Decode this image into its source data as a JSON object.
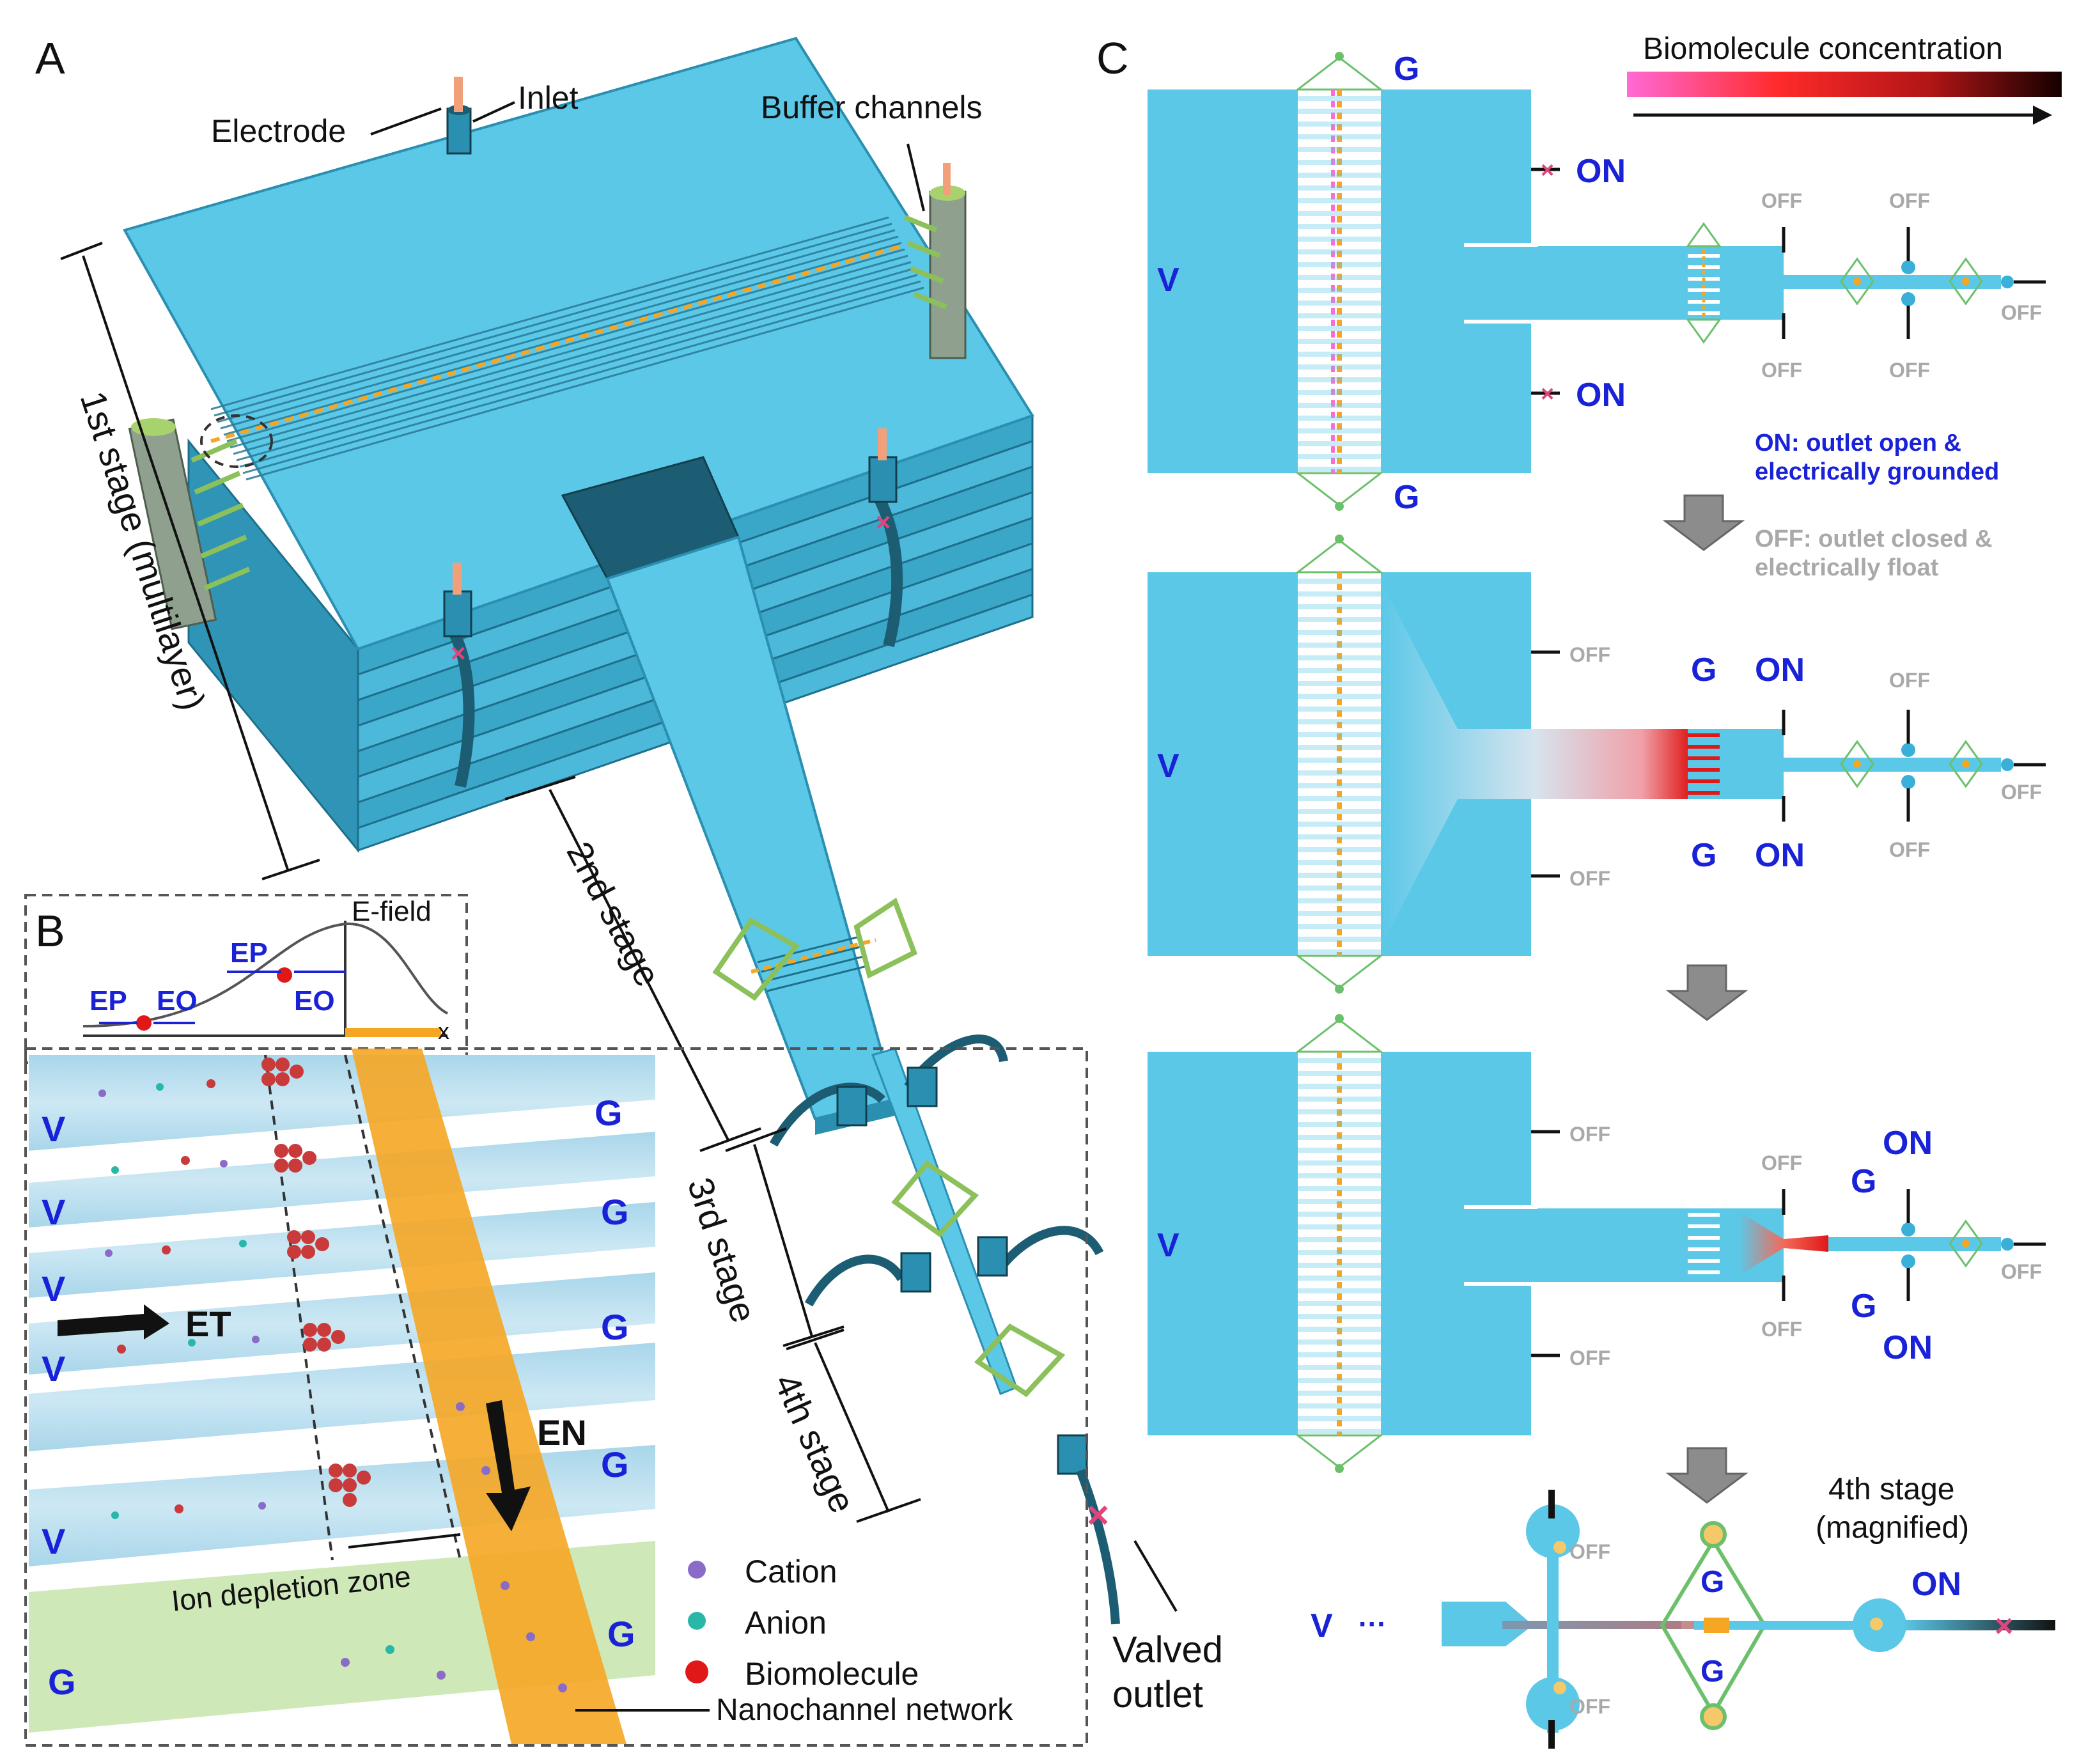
{
  "panel_letters": {
    "a": "A",
    "b": "B",
    "c": "C"
  },
  "panel_a": {
    "electrode": "Electrode",
    "inlet": "Inlet",
    "buffer_channels": "Buffer channels",
    "stage1": "1st stage (multilayer)",
    "stage2": "2nd stage",
    "stage3": "3rd stage",
    "stage4": "4th stage",
    "valved": "Valved",
    "outlet": "outlet"
  },
  "panel_b": {
    "efield": "E-field",
    "ep": "EP",
    "eo": "EO",
    "x_axis": "x",
    "v": "V",
    "g": "G",
    "et": "ET",
    "en": "EN",
    "depletion": "Ion depletion zone",
    "nano": "Nanochannel network",
    "legend": [
      "Cation",
      "Anion",
      "Biomolecule"
    ]
  },
  "panel_c": {
    "conc_title": "Biomolecule concentration",
    "on": "ON",
    "off": "OFF",
    "v": "V",
    "g": "G",
    "ellipsis": "···",
    "legend_on_1": "ON: outlet open &",
    "legend_on_2": "electrically grounded",
    "legend_off_1": "OFF: outlet closed &",
    "legend_off_2": "electrically float",
    "stage4_title": "4th stage",
    "stage4_sub": "(magnified)"
  },
  "colors": {
    "chip": "#5bc8e8",
    "chip_dark": "#2a8fb0",
    "nano_orange": "#f5a623",
    "label_blue": "#1a22d8",
    "label_grey": "#a9a9a9",
    "conc_gradient": [
      "#ff6ad5",
      "#ff2a2a",
      "#c21a1a",
      "#1a0000"
    ]
  }
}
